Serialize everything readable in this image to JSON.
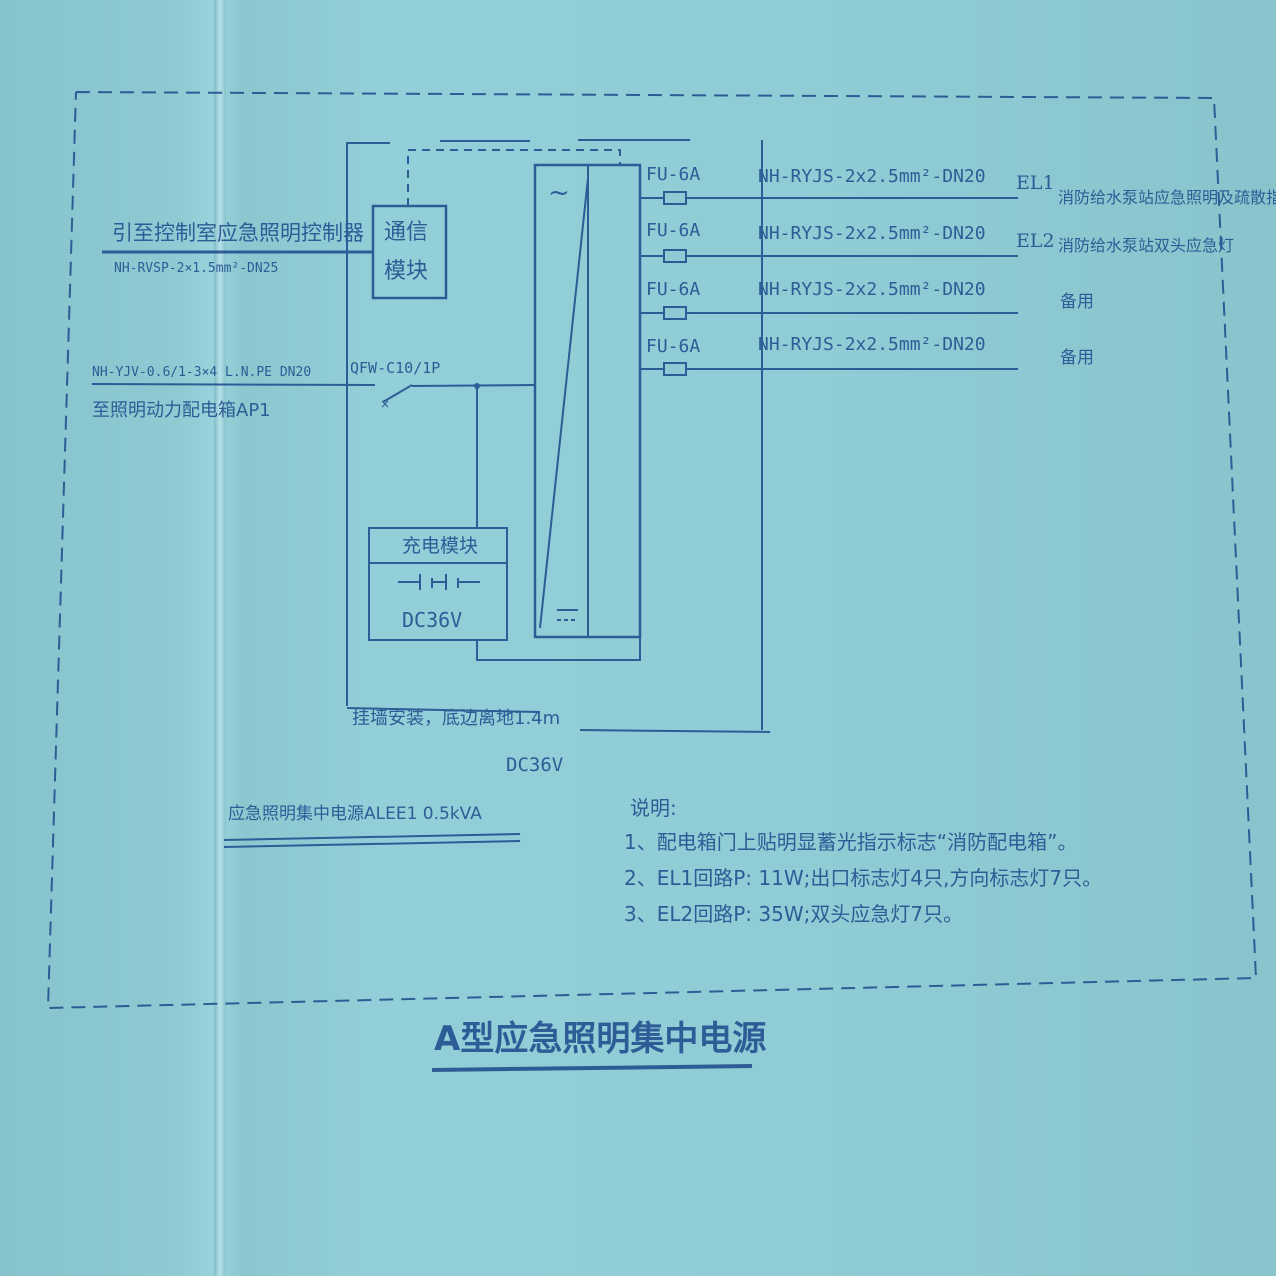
{
  "controller_line": {
    "label": "引至控制室应急照明控制器",
    "cable": "NH-RVSP-2×1.5mm²-DN25"
  },
  "power_line": {
    "cable": "NH-YJV-0.6/1-3×4 L.N.PE DN20",
    "label": "至照明动力配电箱AP1",
    "breaker": "QFW-C10/1P"
  },
  "comm_module": {
    "line1": "通信",
    "line2": "模块"
  },
  "charging_module": {
    "title": "充电模块",
    "voltage": "DC36V"
  },
  "inverter": {
    "ac_symbol": "~",
    "dc_symbol": "="
  },
  "circuits": [
    {
      "fuse": "FU-6A",
      "cable": "NH-RYJS-2x2.5mm²-DN20",
      "tag": "EL1",
      "description": "消防给水泵站应急照明及疏散指示"
    },
    {
      "fuse": "FU-6A",
      "cable": "NH-RYJS-2x2.5mm²-DN20",
      "tag": "EL2",
      "description": "消防给水泵站双头应急灯"
    },
    {
      "fuse": "FU-6A",
      "cable": "NH-RYJS-2x2.5mm²-DN20",
      "tag": "",
      "description": "备用"
    },
    {
      "fuse": "FU-6A",
      "cable": "NH-RYJS-2x2.5mm²-DN20",
      "tag": "",
      "description": "备用"
    }
  ],
  "install_note": "挂墙安装，底边离地1.4m",
  "output_voltage": "DC36V",
  "device_name": "应急照明集中电源ALEE1 0.5kVA",
  "notes": {
    "heading": "说明:",
    "items": [
      "1、配电箱门上贴明显蓄光指示标志“消防配电箱”。",
      "2、EL1回路P: 11W;出口标志灯4只,方向标志灯7只。",
      "3、EL2回路P: 35W;双头应急灯7只。"
    ]
  },
  "title": "A型应急照明集中电源",
  "colors": {
    "ink": "#2e5c96",
    "paper": "#8ecad3"
  }
}
